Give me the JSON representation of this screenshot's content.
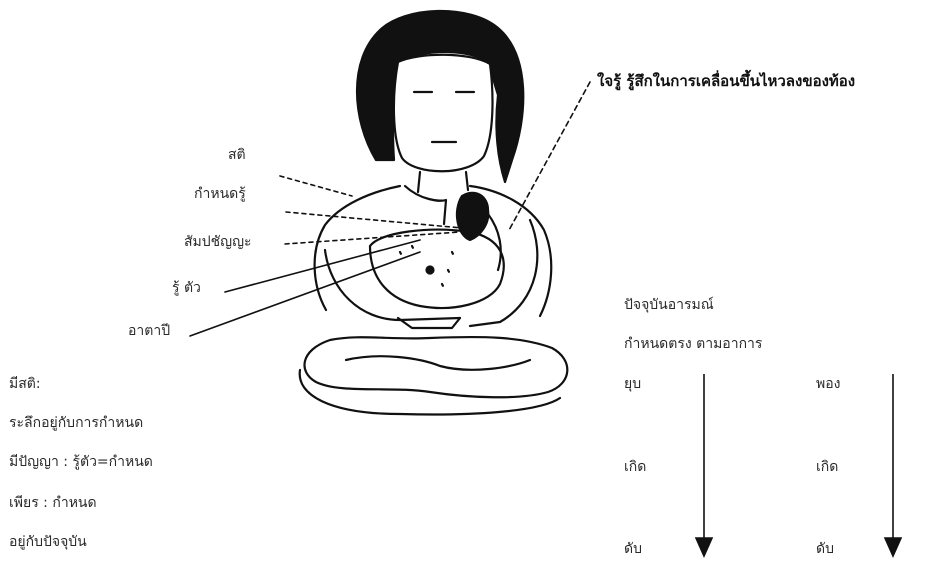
{
  "callout_top": "ใจรู้ รู้สึกในการเคลื่อนขึ้นไหวลงของท้อง",
  "figure_labels": {
    "sati": "สติ",
    "kamnot_ru": "กำหนดรู้",
    "sampajanya": "สัมปชัญญะ",
    "ru_tua": "รู้ ตัว",
    "atapi": "อาตาปี"
  },
  "left_notes": [
    "มีสติ:",
    "ระลึกอยู่กับการกำหนด",
    "มีปัญญา : รู้ตัว=กำหนด",
    "เพียร :  กำหนด",
    "อยู่กับปัจจุบัน"
  ],
  "right_block": {
    "title": "ปัจจุบันอารมณ์",
    "subtitle": "กำหนดตรง ตามอาการ",
    "col1": {
      "head": "ยุบ",
      "mid": "เกิด",
      "end": "ดับ"
    },
    "col2": {
      "head": "พอง",
      "mid": "เกิด",
      "end": "ดับ"
    }
  }
}
